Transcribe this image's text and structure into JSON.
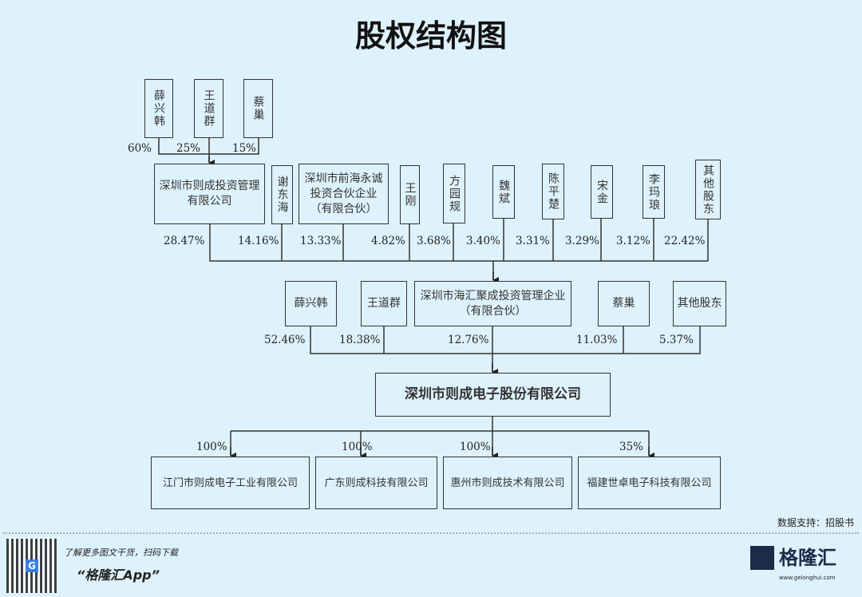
{
  "title": "股权结构图",
  "top_holders": [
    {
      "name": "薛兴韩",
      "pct": "60%"
    },
    {
      "name": "王道群",
      "pct": "25%"
    },
    {
      "name": "蔡巢",
      "pct": "15%"
    }
  ],
  "row2": [
    {
      "name": "深圳市则成投资管理有限公司",
      "pct": "28.47%"
    },
    {
      "name": "谢东海",
      "pct": "14.16%"
    },
    {
      "name": "深圳市前海永诚投资合伙企业（有限合伙）",
      "pct": "13.33%"
    },
    {
      "name": "王刚",
      "pct": "4.82%"
    },
    {
      "name": "方园规",
      "pct": "3.68%"
    },
    {
      "name": "魏斌",
      "pct": "3.40%"
    },
    {
      "name": "陈平楚",
      "pct": "3.31%"
    },
    {
      "name": "宋金",
      "pct": "3.29%"
    },
    {
      "name": "李玛琅",
      "pct": "3.12%"
    },
    {
      "name": "其他股东",
      "pct": "22.42%"
    }
  ],
  "row3": [
    {
      "name": "薛兴韩",
      "pct": "52.46%"
    },
    {
      "name": "王道群",
      "pct": "18.38%"
    },
    {
      "name": "深圳市海汇聚成投资管理企业（有限合伙）",
      "pct": "12.76%"
    },
    {
      "name": "蔡巢",
      "pct": "11.03%"
    },
    {
      "name": "其他股东",
      "pct": "5.37%"
    }
  ],
  "company": "深圳市则成电子股份有限公司",
  "subsidiaries": [
    {
      "name": "江门市则成电子工业有限公司",
      "pct": "100%"
    },
    {
      "name": "广东则成科技有限公司",
      "pct": "100%"
    },
    {
      "name": "惠州市则成技术有限公司",
      "pct": "100%"
    },
    {
      "name": "福建世卓电子科技有限公司",
      "pct": "35%"
    }
  ],
  "source": "数据支持：招股书",
  "footer": {
    "promo": "了解更多图文干货，扫码下载",
    "app": "“格隆汇App”",
    "logo": "格隆汇",
    "logo_url": "www.gelonghui.com",
    "qr_badge": "G"
  }
}
